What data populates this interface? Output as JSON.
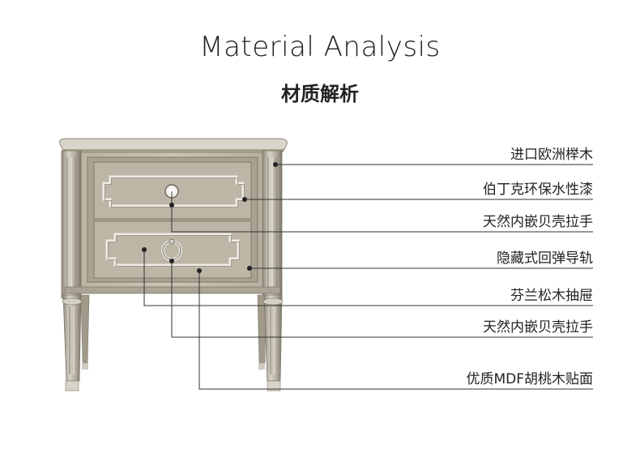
{
  "heading": {
    "title_en": "Material Analysis",
    "title_cn": "材质解析"
  },
  "annotations": [
    {
      "text": "进口欧洲榉木"
    },
    {
      "text": "伯丁克环保水性漆"
    },
    {
      "text": "天然内嵌贝壳拉手"
    },
    {
      "text": "隐藏式回弹导轨"
    },
    {
      "text": "芬兰松木抽屉"
    },
    {
      "text": "天然内嵌贝壳拉手"
    },
    {
      "text": "优质MDF胡桃木贴面"
    }
  ],
  "colors": {
    "wood": "#c6bfae",
    "wood_dark": "#8e8879",
    "trim": "#e9e6df",
    "line": "#333333"
  }
}
